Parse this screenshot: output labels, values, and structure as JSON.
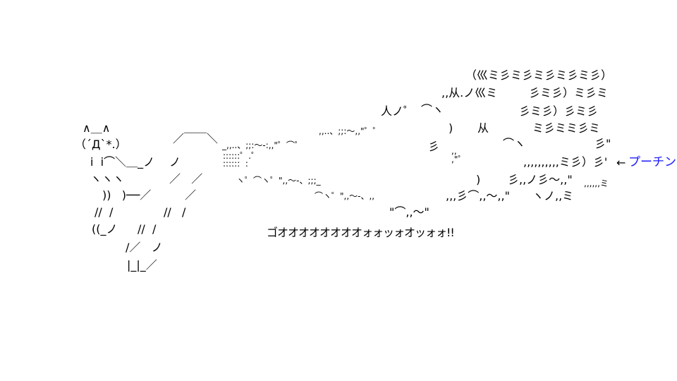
{
  "cat": [
    "∧＿∧",
    "（´Д`*.）",
    "i  i⌒＼＿_ノ",
    "ヽヽヽ",
    "))   )──／",
    "//  /",
    "((_ノ",
    "／￣￣＼",
    "／",
    "ノ",
    "／   ／",
    "//   /",
    "//  /",
    "/／   ノ",
    "|_|_／"
  ],
  "flame": [
    "（巛ミ彡ミ彡ミ彡ミ彡ミ彡）",
    ",,从.ノ巛ミ",
    "彡ミ彡）ミ彡ミ",
    "人ノ゜",
    "⌒ヽ",
    "彡ミ彡）彡ミ彡",
    ",,..、;;:～,,\"゜゜",
    ")",
    "从",
    "ミ彡ミミ彡ミ",
    "_,,..、;;:～-:,,\"゜⌒゜",
    "彡",
    ",,\n,\"゜",
    "⌒ヽ",
    "彡\"",
    "::::::゜.゜\n::::::  :",
    ",,,,,,,,,,ミ彡）彡'",
    "ヽ゜⌒ヽ゜\",,～-、;;;_",
    ")",
    "彡,,ノ彡～,,\"",
    ",,,,,,ミ",
    "⌒ヽ゜\",,～-、,,",
    ",,,彡⌒,,～,,\"",
    "ヽノ,,ミ",
    "\"⌒,,～\""
  ],
  "shout": "ゴオオオオオオオオォォッォオッォォ!!",
  "pointer": {
    "arrow": "←",
    "name": "プーチン",
    "color": "#1a1aff"
  }
}
